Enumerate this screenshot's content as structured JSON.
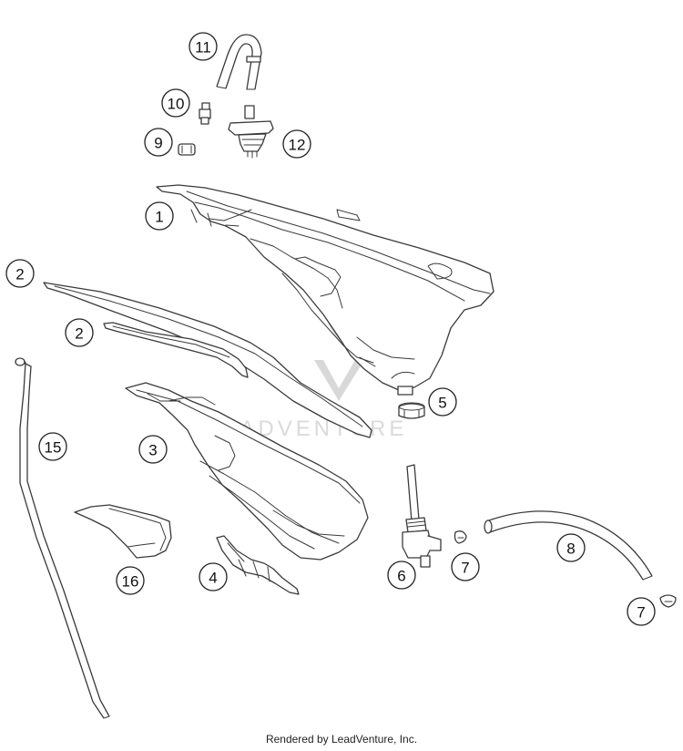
{
  "watermark": {
    "text": "LEADVENTURE"
  },
  "callouts": [
    {
      "label": "11",
      "name": "callout-11"
    },
    {
      "label": "10",
      "name": "callout-10"
    },
    {
      "label": "9",
      "name": "callout-9"
    },
    {
      "label": "12",
      "name": "callout-12"
    },
    {
      "label": "1",
      "name": "callout-1"
    },
    {
      "label": "2",
      "name": "callout-2-upper"
    },
    {
      "label": "2",
      "name": "callout-2-lower"
    },
    {
      "label": "5",
      "name": "callout-5"
    },
    {
      "label": "15",
      "name": "callout-15"
    },
    {
      "label": "3",
      "name": "callout-3"
    },
    {
      "label": "8",
      "name": "callout-8"
    },
    {
      "label": "6",
      "name": "callout-6"
    },
    {
      "label": "7",
      "name": "callout-7-upper"
    },
    {
      "label": "16",
      "name": "callout-16"
    },
    {
      "label": "4",
      "name": "callout-4"
    },
    {
      "label": "7",
      "name": "callout-7-lower"
    }
  ],
  "footer": {
    "text": "Rendered by LeadVenture, Inc."
  }
}
